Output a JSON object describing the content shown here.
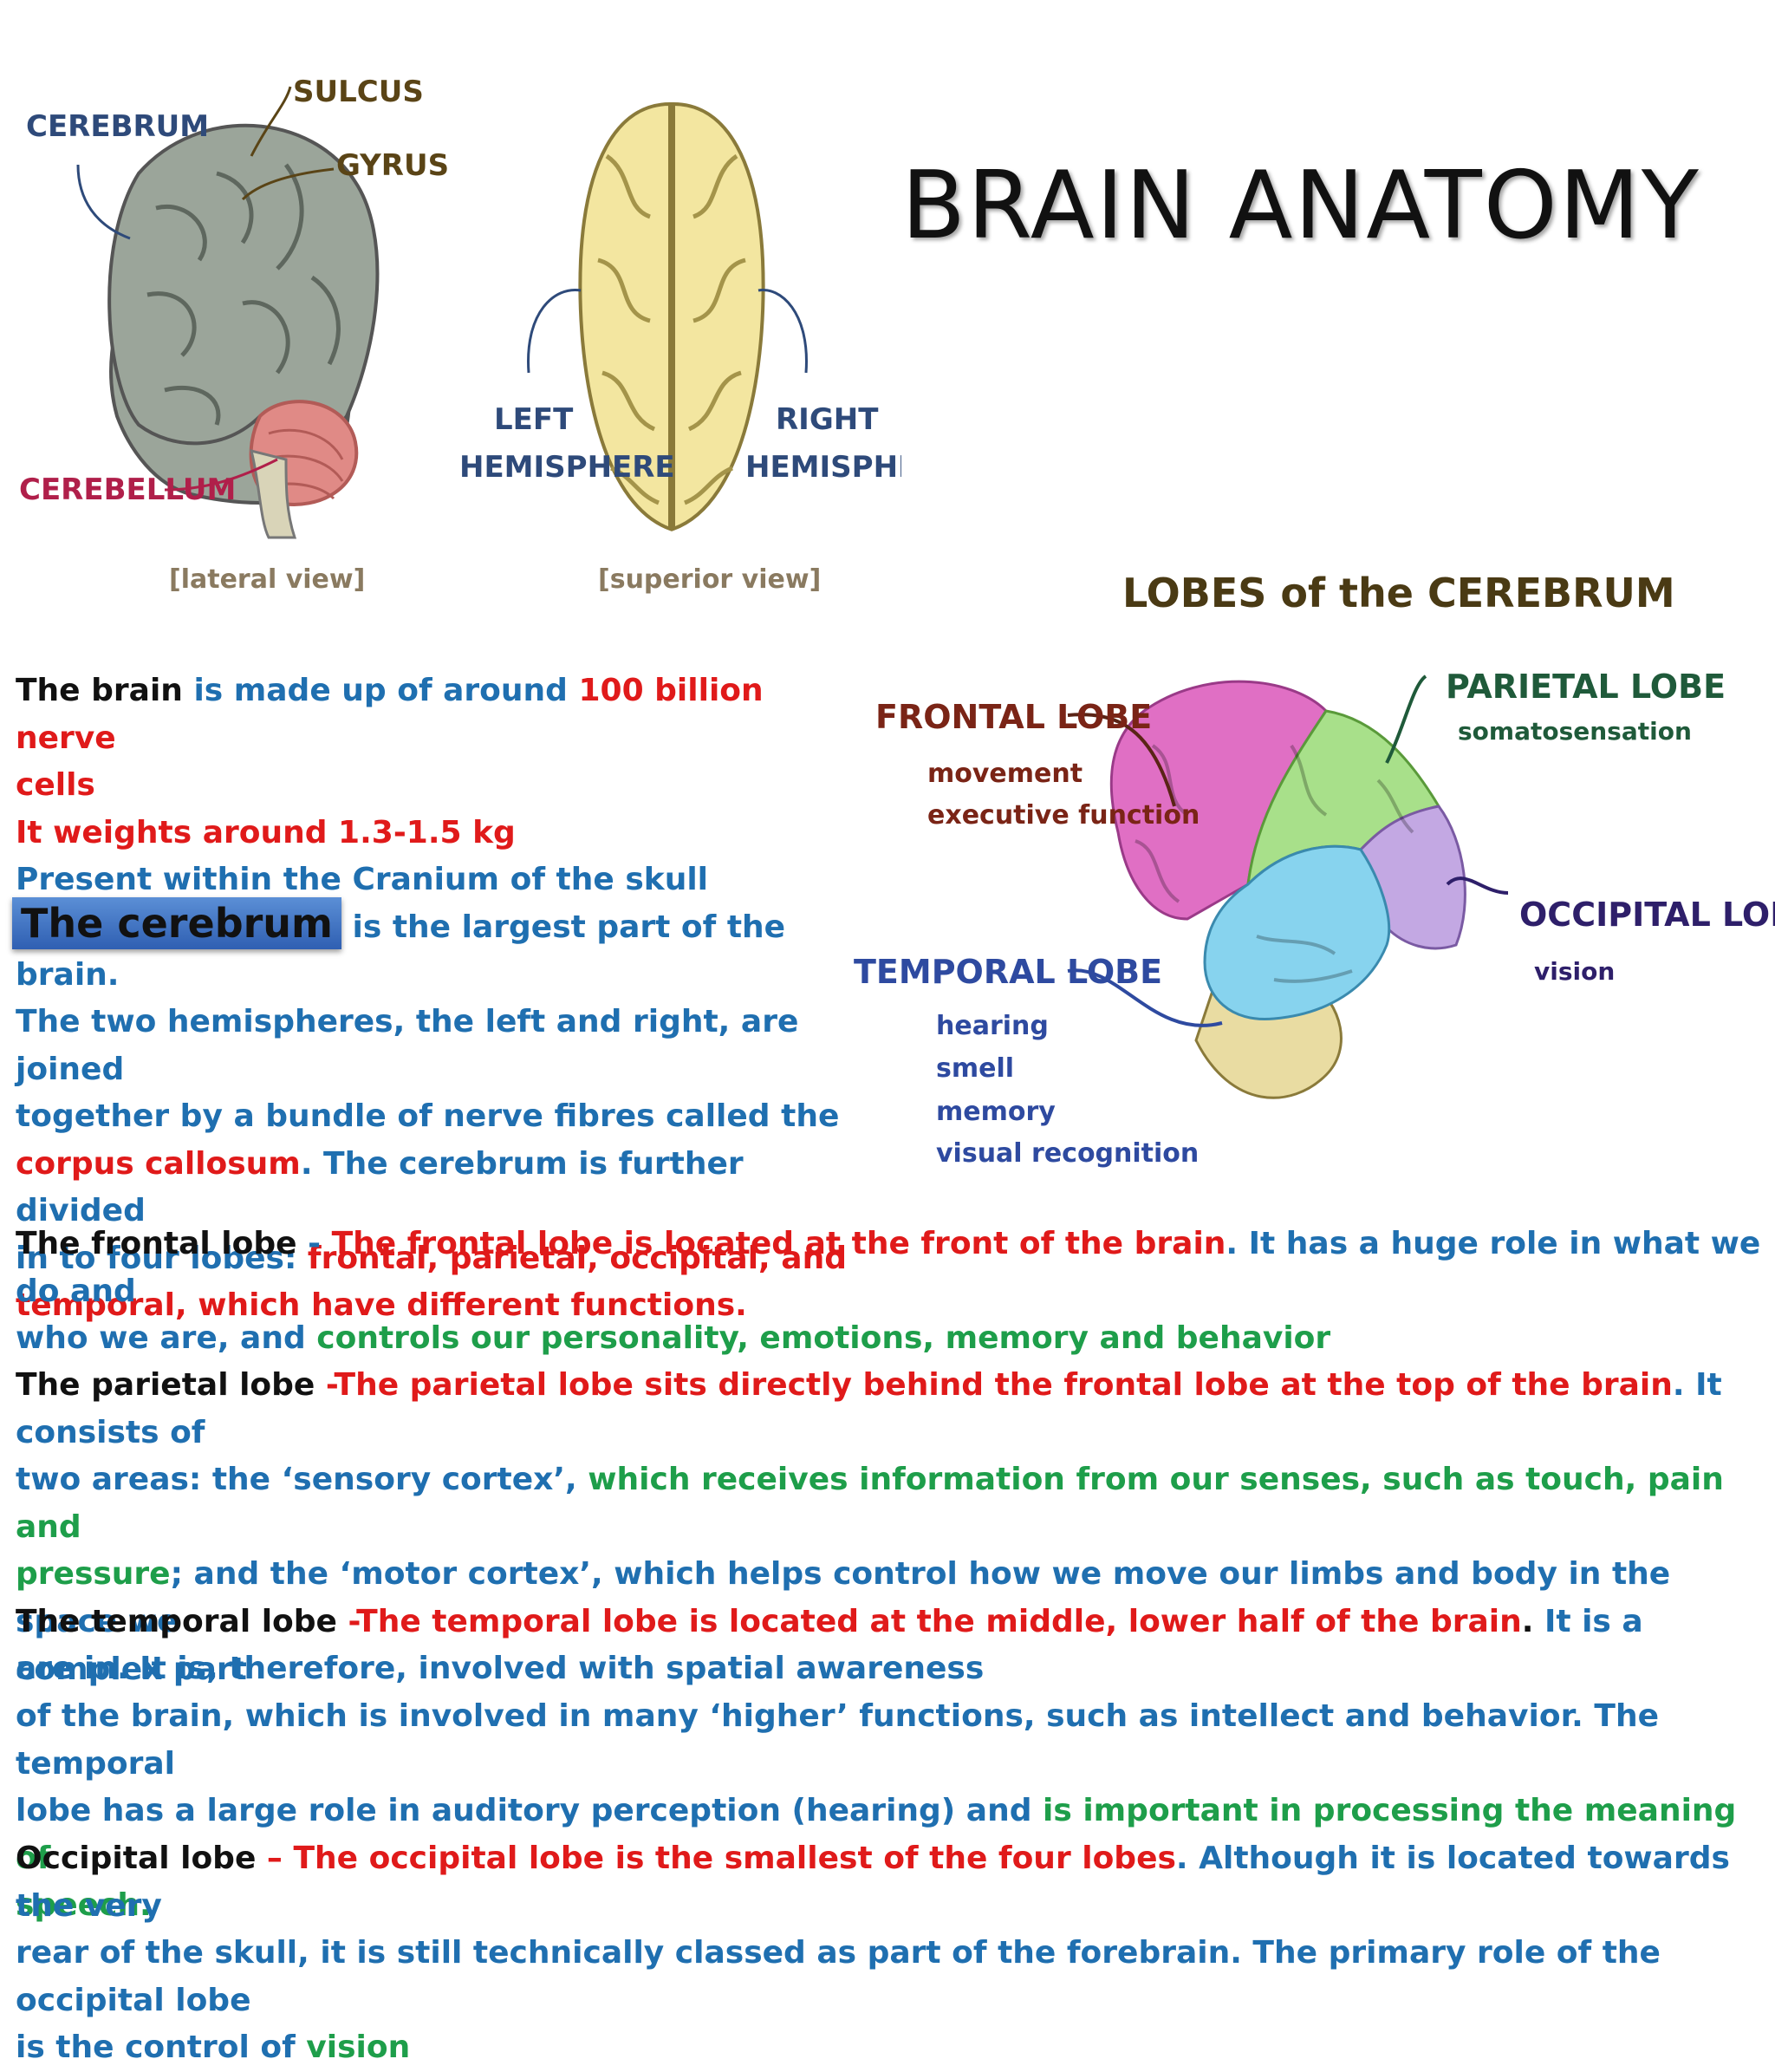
{
  "title": "BRAIN ANATOMY",
  "diagram_lateral": {
    "cerebrum": "CEREBRUM",
    "sulcus": "SULCUS",
    "gyrus": "GYRUS",
    "cerebellum": "CEREBELLUM",
    "caption": "[lateral view]"
  },
  "diagram_superior": {
    "left_1": "LEFT",
    "left_2": "HEMISPHERE",
    "right_1": "RIGHT",
    "right_2": "HEMISPHERE",
    "caption": "[superior view]"
  },
  "lobes": {
    "heading": "LOBES of the CEREBRUM",
    "frontal": "FRONTAL LOBE",
    "frontal_fn1": "movement",
    "frontal_fn2": "executive function",
    "parietal": "PARIETAL LOBE",
    "parietal_fn1": "somatosensation",
    "occipital": "OCCIPITAL LOBE",
    "occipital_fn1": "vision",
    "temporal": "TEMPORAL LOBE",
    "temporal_fn1": "hearing",
    "temporal_fn2": "smell",
    "temporal_fn3": "memory",
    "temporal_fn4": "visual recognition"
  },
  "intro": {
    "l1a": "The brain ",
    "l1b": "is made up of around ",
    "l1c": "100 billion nerve",
    "l2": "cells",
    "l3": "It weights around 1.3-1.5 kg",
    "l4": "Present within the Cranium of the skull"
  },
  "cerebrum": {
    "tab": "The cerebrum",
    "l1": "is the largest part of the brain.",
    "l2": "The two hemispheres, the left and right, are joined",
    "l3": "together by a bundle of nerve fibres called the",
    "l4a": "corpus callosum",
    "l4b": ". The cerebrum is further divided",
    "l5a": "in to four lobes: ",
    "l5b": "frontal, parietal, occipital, and",
    "l6": "temporal, which have different functions."
  },
  "frontal": {
    "a": "The frontal lobe ",
    "b": "- ",
    "c": "The frontal lobe is located at the front of the brain",
    "d": ". It has a huge role in what we do and",
    "e": "who we are, and ",
    "f": "controls our personality, emotions, memory and behavior"
  },
  "parietal": {
    "a": "The parietal lobe ",
    "b": "-",
    "c": "The parietal lobe sits directly behind the frontal lobe at the top of the brain",
    "d": ". It consists of",
    "e": "two areas: the ‘sensory cortex’, ",
    "f": "which receives information from our senses, such as touch, pain and",
    "g": "pressure",
    "h": "; and the ‘motor cortex’, which helps control how we move our limbs and body in the space we",
    "i": "are in. It is, therefore, involved with spatial awareness"
  },
  "temporal": {
    "a": "The temporal lobe ",
    "b": "-",
    "c": "The temporal lobe is located at the middle, lower half of the brain",
    "d": ". ",
    "e": "It is a complex part",
    "f": "of the brain, which is involved in many ‘higher’ functions, such as intellect and behavior. The temporal",
    "g": "lobe has a large role in auditory perception (hearing) and ",
    "h": "is important in processing the meaning of",
    "i": "speech."
  },
  "occipital": {
    "a": "Occipital lobe ",
    "b": "– ",
    "c": "The occipital lobe is the smallest of the four lobes",
    "d": ". Although it is located towards the very",
    "e": "rear of the skull, it is still technically classed as part of the forebrain. The primary role of the occipital lobe",
    "f": "is the control of ",
    "g": "vision"
  },
  "colors": {
    "blue_text": "#1f6fb0",
    "red_text": "#e01a1a",
    "green_text": "#1e9e4a",
    "frontal": "#e06fc4",
    "parietal": "#a8e08a",
    "occipital": "#c3a8e3",
    "temporal": "#87d3ee",
    "cerebellum": "#e9dca2",
    "lateral_brain": "#9ba59a",
    "superior_brain": "#f3e6a0"
  }
}
